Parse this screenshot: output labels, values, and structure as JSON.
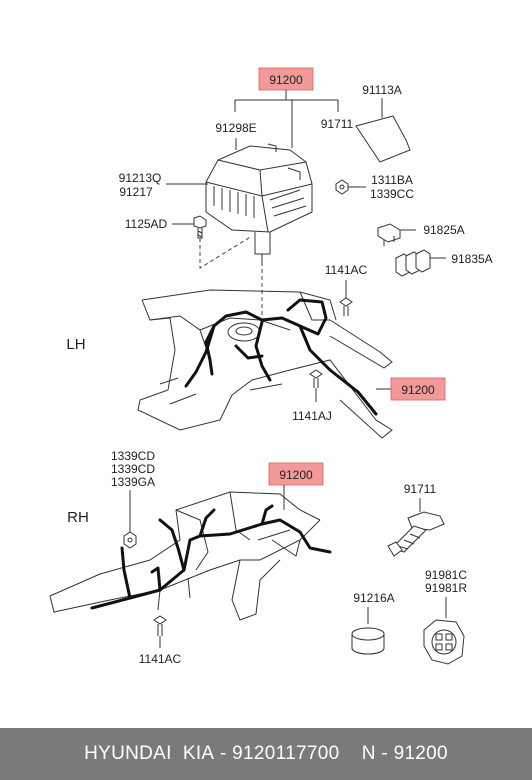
{
  "labels": {
    "top_main": "91200",
    "c91113A": "91113A",
    "c91298E": "91298E",
    "c91711_top": "91711",
    "c91213Q": "91213Q",
    "c91217": "91217",
    "c1311BA": "1311BA",
    "c1339CC": "1339CC",
    "c1125AD": "1125AD",
    "c91825A": "91825A",
    "c91835A": "91835A",
    "c1141AC_lh": "1141AC",
    "lh_side": "LH",
    "lh_main": "91200",
    "c1141AJ": "1141AJ",
    "c1339CD_1": "1339CD",
    "c1339CD_2": "1339CD",
    "c1339GA": "1339GA",
    "rh_main": "91200",
    "rh_side": "RH",
    "c91711_rh": "91711",
    "c91216A": "91216A",
    "c91981C": "91981C",
    "c91981R": "91981R",
    "c1141AC_rh": "1141AC"
  },
  "footer": {
    "brand": "HYUNDAI  KIA",
    "separator1": " - ",
    "part_number": "9120117700",
    "gap": "    ",
    "prefix": "N - ",
    "group": "91200"
  }
}
